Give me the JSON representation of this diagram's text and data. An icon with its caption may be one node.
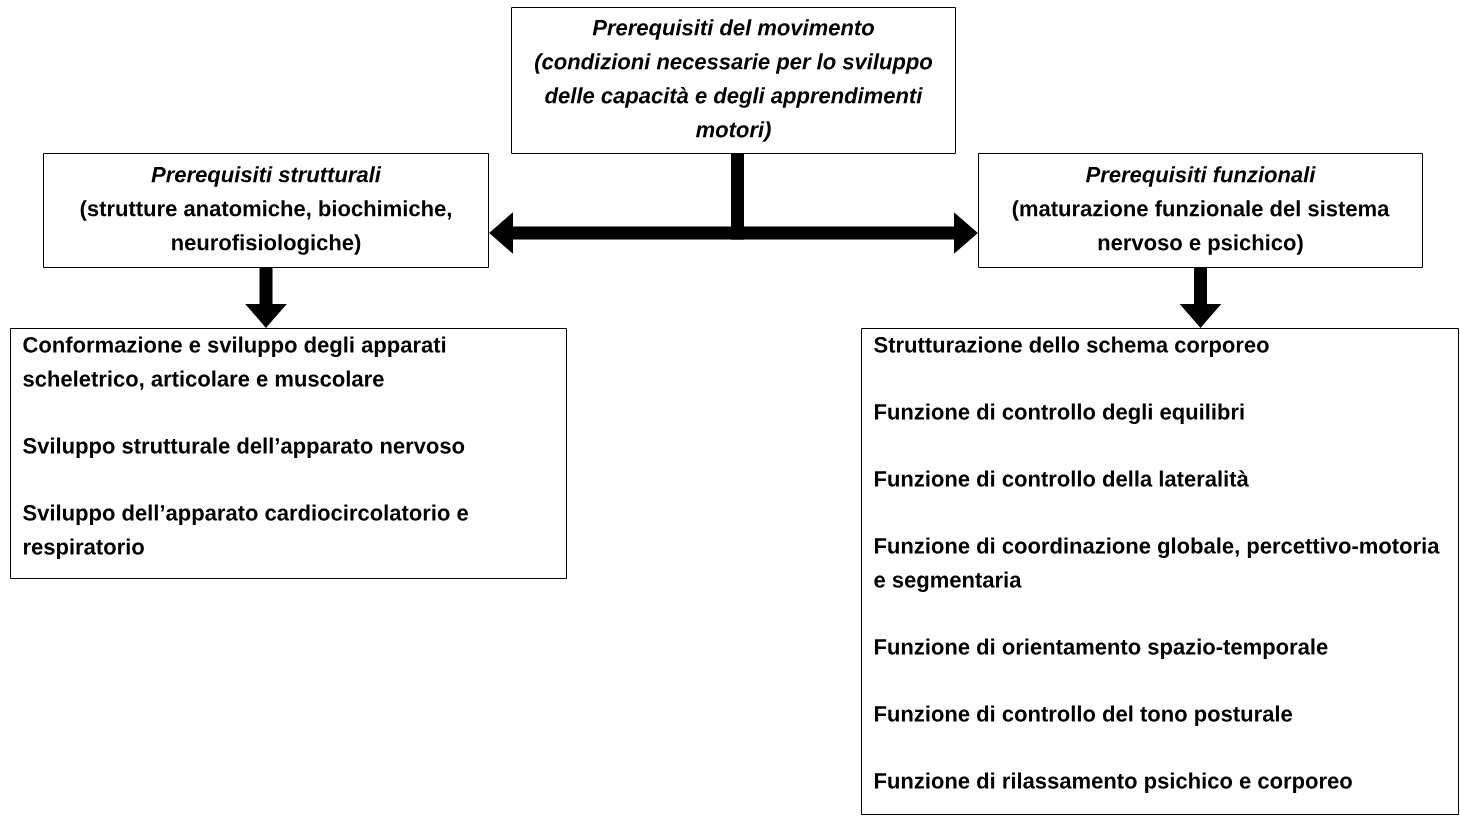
{
  "diagram": {
    "nodes": [
      {
        "text": [
          "Prerequisiti del movimento",
          "(condizioni necessarie per lo sviluppo delle capacità e degli apprendimenti motori)"
        ]
      },
      {
        "text": [
          "Prerequisiti strutturali",
          "(strutture anatomiche, biochimiche, neurofisiologiche)"
        ]
      },
      {
        "text": [
          "Prerequisiti funzionali",
          "(maturazione funzionale del sistema nervoso e psichico)"
        ]
      },
      {
        "text": [
          "Conformazione e sviluppo degli apparati scheletrico, articolare e muscolare",
          "Sviluppo strutturale dell’apparato nervoso",
          "Sviluppo dell’apparato cardiocircolatorio e respiratorio"
        ]
      },
      {
        "text": [
          "Strutturazione dello schema corporeo",
          "Funzione di controllo degli equilibri",
          "Funzione di controllo della lateralità",
          "Funzione di coordinazione globale, percettivo-motoria e segmentaria",
          "Funzione di orientamento spazio-temporale",
          "Funzione di controllo del tono posturale",
          "Funzione di rilassamento psichico e corporeo"
        ]
      }
    ],
    "edges": [
      {
        "from": 0,
        "to": 1,
        "arrow": "to"
      },
      {
        "from": 0,
        "to": 2,
        "arrow": "to"
      },
      {
        "from": 1,
        "to": 3,
        "arrow": "to"
      },
      {
        "from": 2,
        "to": 4,
        "arrow": "to"
      }
    ]
  }
}
